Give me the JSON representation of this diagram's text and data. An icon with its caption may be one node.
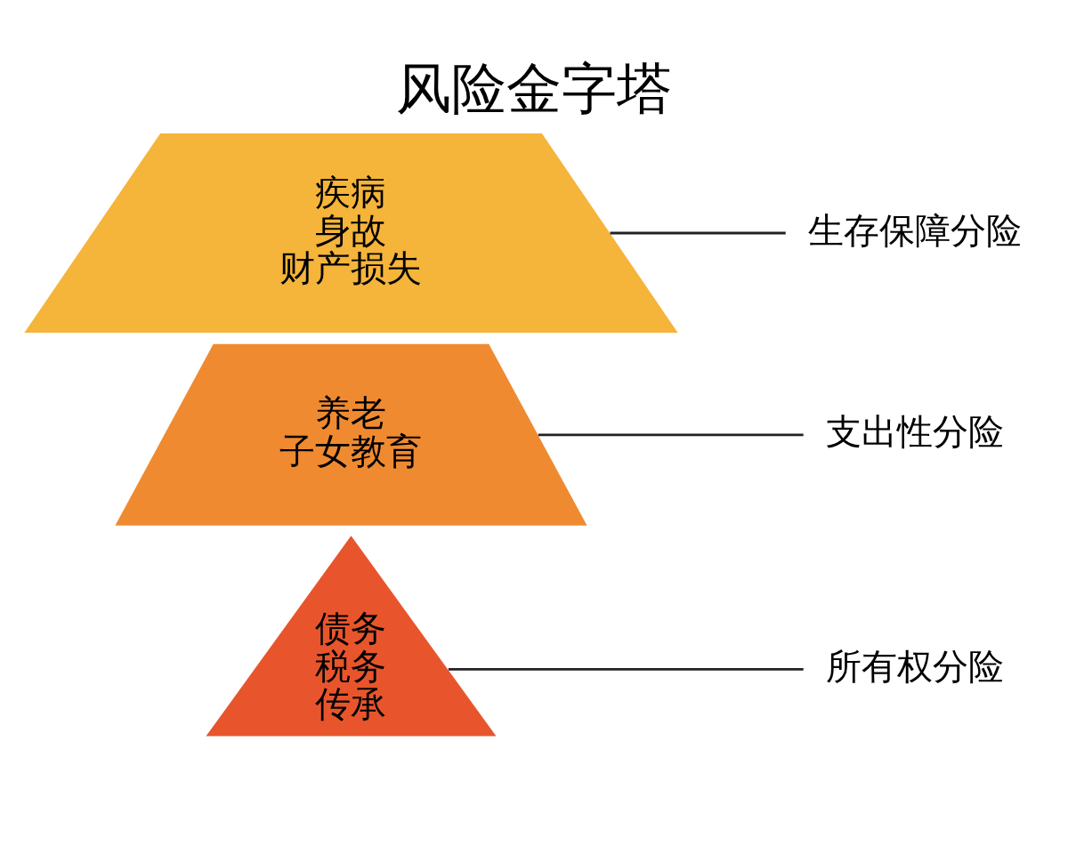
{
  "diagram": {
    "title": "风险金字塔",
    "nodes": [
      {
        "text": [
          "债务",
          "税务",
          "传承"
        ]
      },
      {
        "text": [
          "养老",
          "子女教育"
        ]
      },
      {
        "text": [
          "疾病",
          "身故",
          "财产损失"
        ]
      },
      {
        "text": [
          "所有权分险"
        ]
      },
      {
        "text": [
          "支出性分险"
        ]
      },
      {
        "text": [
          "生存保障分险"
        ]
      }
    ],
    "edges": [
      {
        "from": 3,
        "to": 0,
        "arrow": "none"
      },
      {
        "from": 4,
        "to": 1,
        "arrow": "none"
      },
      {
        "from": 5,
        "to": 2,
        "arrow": "none"
      }
    ]
  }
}
